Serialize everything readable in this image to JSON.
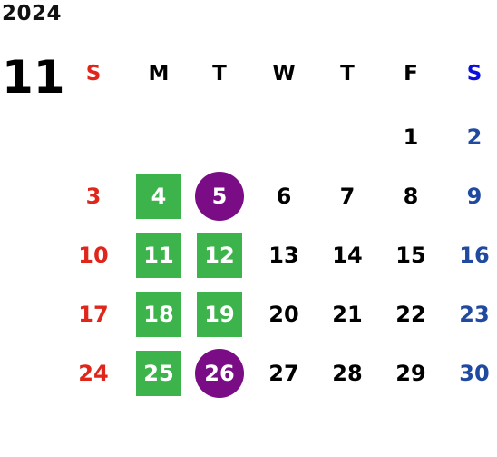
{
  "year": "2024",
  "month": "11",
  "colors": {
    "sunday": "#e0251b",
    "saturday": "#1f4aa0",
    "weekday": "#000000",
    "saturday_header": "#0a10d8",
    "green_mark": "#3db34b",
    "purple_mark": "#7a0c86"
  },
  "weekdays": [
    "S",
    "M",
    "T",
    "W",
    "T",
    "F",
    "S"
  ],
  "weeks": [
    [
      {
        "d": ""
      },
      {
        "d": ""
      },
      {
        "d": ""
      },
      {
        "d": ""
      },
      {
        "d": ""
      },
      {
        "d": "1"
      },
      {
        "d": "2"
      }
    ],
    [
      {
        "d": "3"
      },
      {
        "d": "4",
        "mark": "green"
      },
      {
        "d": "5",
        "mark": "purple"
      },
      {
        "d": "6"
      },
      {
        "d": "7"
      },
      {
        "d": "8"
      },
      {
        "d": "9"
      }
    ],
    [
      {
        "d": "10"
      },
      {
        "d": "11",
        "mark": "green"
      },
      {
        "d": "12",
        "mark": "green"
      },
      {
        "d": "13"
      },
      {
        "d": "14"
      },
      {
        "d": "15"
      },
      {
        "d": "16"
      }
    ],
    [
      {
        "d": "17"
      },
      {
        "d": "18",
        "mark": "green"
      },
      {
        "d": "19",
        "mark": "green"
      },
      {
        "d": "20"
      },
      {
        "d": "21"
      },
      {
        "d": "22"
      },
      {
        "d": "23"
      }
    ],
    [
      {
        "d": "24"
      },
      {
        "d": "25",
        "mark": "green"
      },
      {
        "d": "26",
        "mark": "purple"
      },
      {
        "d": "27"
      },
      {
        "d": "28"
      },
      {
        "d": "29"
      },
      {
        "d": "30"
      }
    ]
  ]
}
